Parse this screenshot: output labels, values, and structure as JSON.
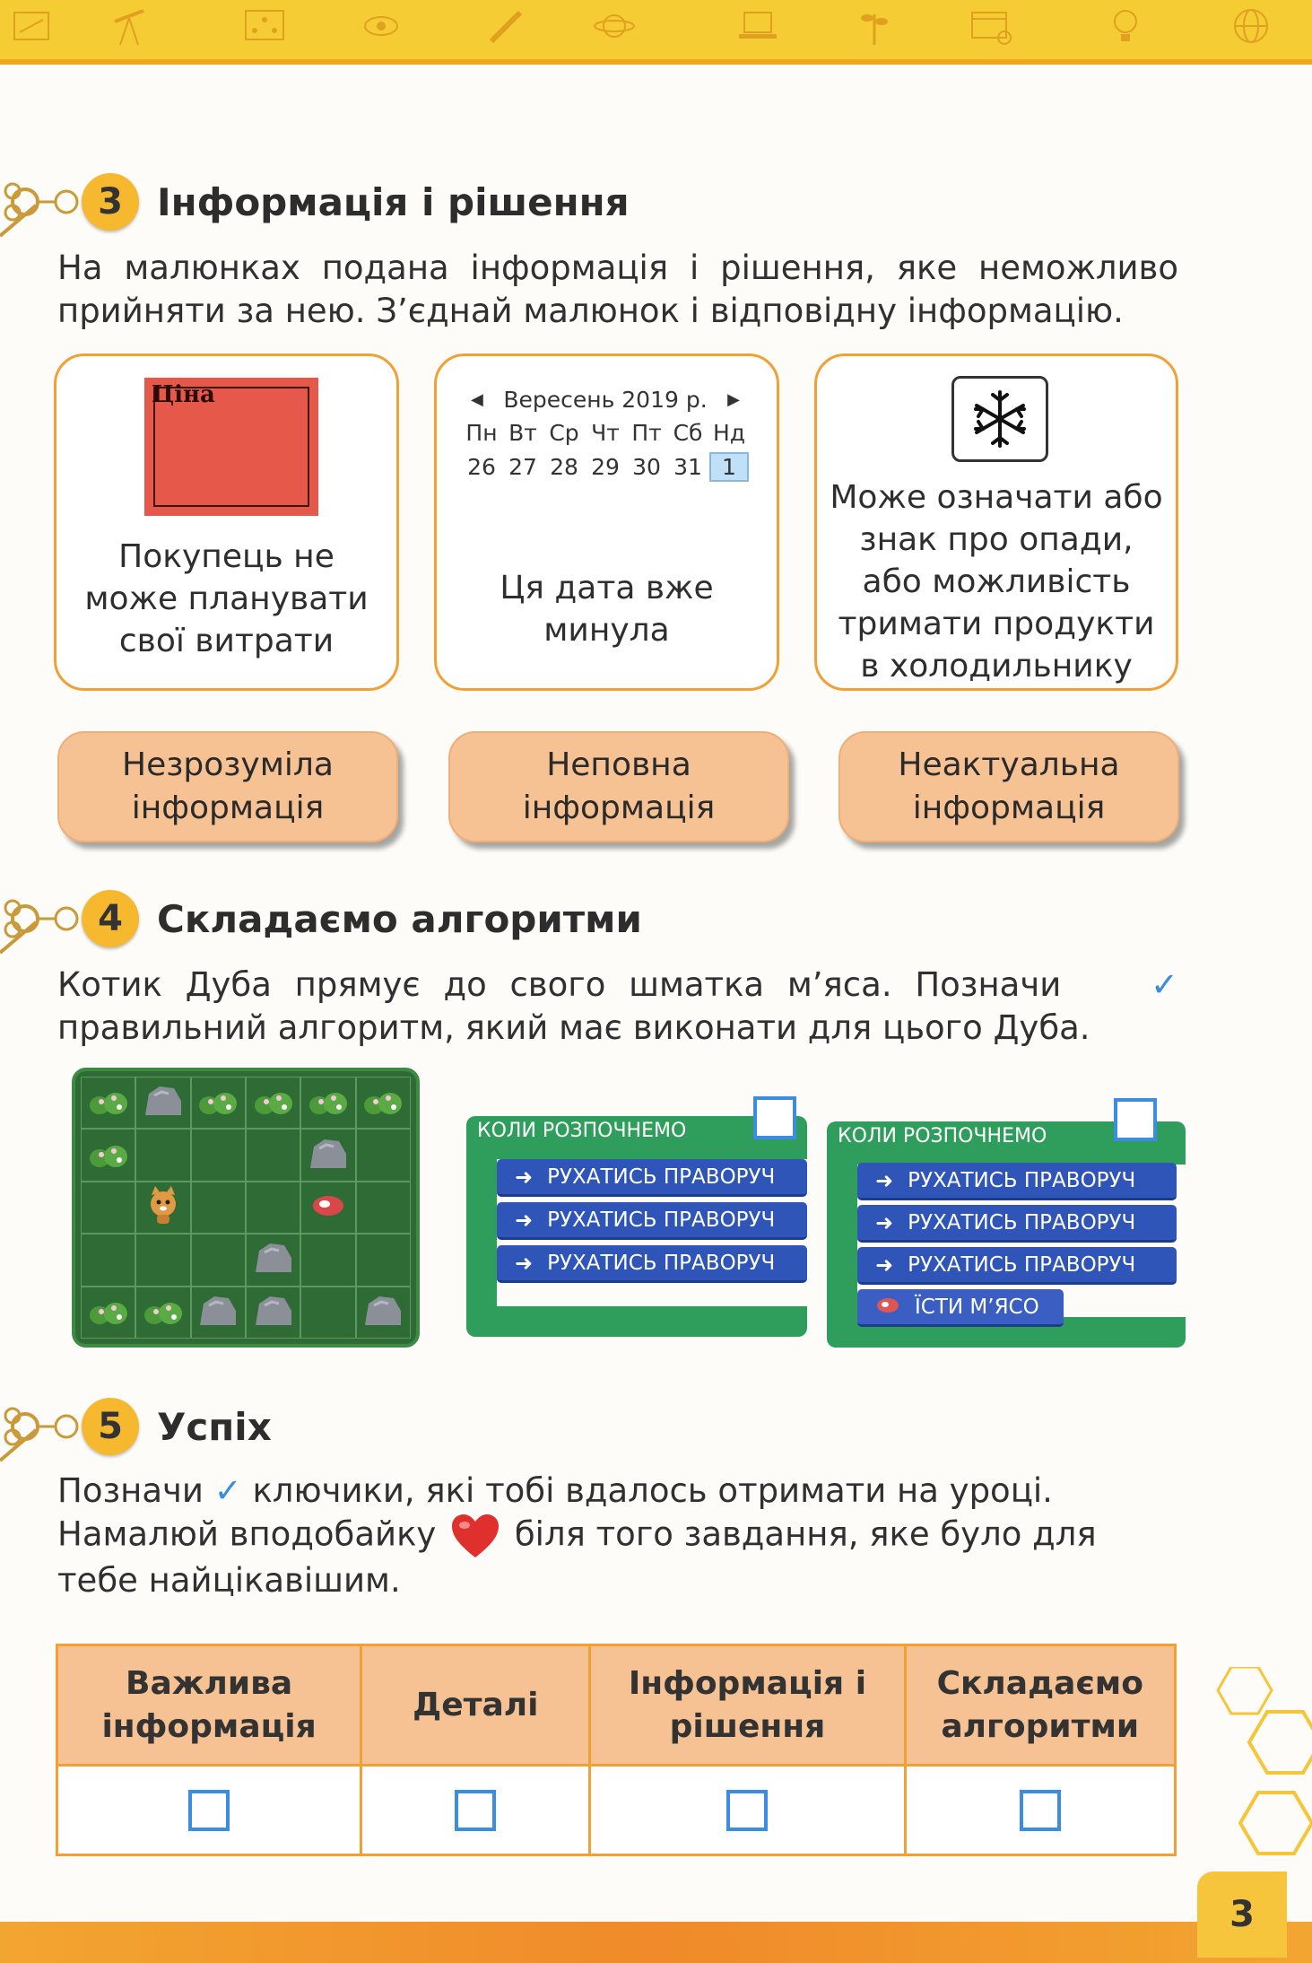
{
  "section3": {
    "number": "3",
    "title": "Інформація і рішення",
    "instruction": "На малюнках подана інформація і рішення, яке неможливо прийняти за нею. З’єднай малюнок і відповідну інформацію.",
    "cards": [
      {
        "image_label": "Ціна",
        "text": "Покупець не може планувати свої витрати"
      },
      {
        "calendar": {
          "month": "Вересень 2019 р.",
          "days": [
            "Пн",
            "Вт",
            "Ср",
            "Чт",
            "Пт",
            "Сб",
            "Нд"
          ],
          "dates": [
            "26",
            "27",
            "28",
            "29",
            "30",
            "31",
            "1"
          ]
        },
        "text": "Ця дата вже минула"
      },
      {
        "icon": "snowflake-icon",
        "text": "Може означати або знак про опади, або можливість тримати продукти в холодильнику"
      }
    ],
    "types": [
      "Незрозуміла інформація",
      "Неповна інформація",
      "Неактуальна інформація"
    ]
  },
  "section4": {
    "number": "4",
    "title": "Складаємо алгоритми",
    "instruction_a": "Котик Дуба прямує до свого шматка м’яса. Позначи",
    "check": "✓",
    "instruction_b": "правильний алгоритм, який має виконати для цього Дуба.",
    "program1": {
      "header": "КОЛИ РОЗПОЧНЕМО",
      "blocks": [
        "РУХАТИСЬ ПРАВОРУЧ",
        "РУХАТИСЬ ПРАВОРУЧ",
        "РУХАТИСЬ ПРАВОРУЧ"
      ]
    },
    "program2": {
      "header": "КОЛИ РОЗПОЧНЕМО",
      "blocks": [
        "РУХАТИСЬ ПРАВОРУЧ",
        "РУХАТИСЬ ПРАВОРУЧ",
        "РУХАТИСЬ ПРАВОРУЧ"
      ],
      "last_block": "ЇСТИ М’ЯСО"
    }
  },
  "section5": {
    "number": "5",
    "title": "Успіх",
    "text_a": "Позначи",
    "check": "✓",
    "text_b": "ключики, які тобі вдалось отримати на уроці. Намалюй вподобайку",
    "text_c": "біля того завдання, яке було для тебе найцікавішим.",
    "table_headers": [
      "Важлива інформація",
      "Деталі",
      "Інформація і рішення",
      "Складаємо алгоритми"
    ]
  },
  "page_number": "3",
  "colors": {
    "accent": "#f5b82e",
    "card_border": "#f0a035",
    "button": "#f6c293",
    "checkbox": "#3b8de0",
    "code_block": "#2f55b8",
    "code_frame": "#2f9d5b"
  }
}
